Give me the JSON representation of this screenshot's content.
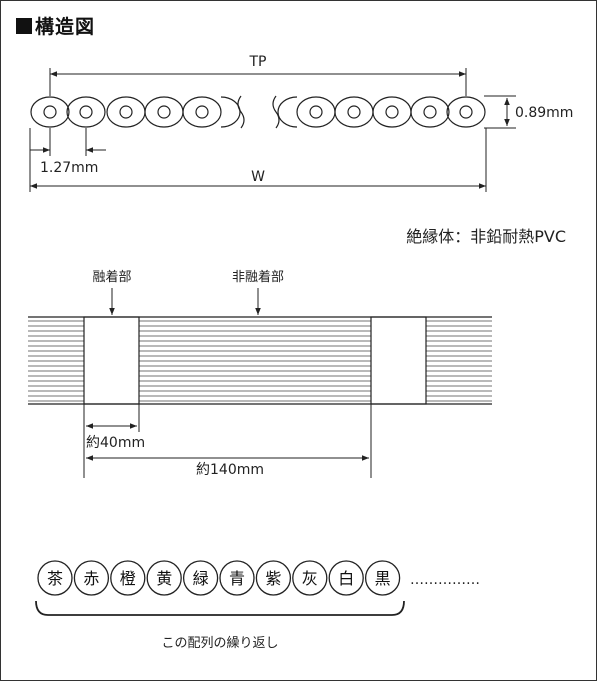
{
  "title": "構造図",
  "cross_section": {
    "pitch_label": "TP",
    "pitch_value": "1.27mm",
    "thickness_value": "0.89mm",
    "width_label": "W"
  },
  "insulation": "絶縁体：非鉛耐熱PVC",
  "cable_view": {
    "fused_label": "融着部",
    "nonfused_label": "非融着部",
    "fused_length": "約40mm",
    "period_length": "約140mm"
  },
  "color_sequence": {
    "colors": [
      "茶",
      "赤",
      "橙",
      "黄",
      "緑",
      "青",
      "紫",
      "灰",
      "白",
      "黒"
    ],
    "ellipsis": "……………",
    "repeat_note": "この配列の繰り返し"
  },
  "colors": {
    "line": "#222222",
    "background": "#ffffff"
  }
}
